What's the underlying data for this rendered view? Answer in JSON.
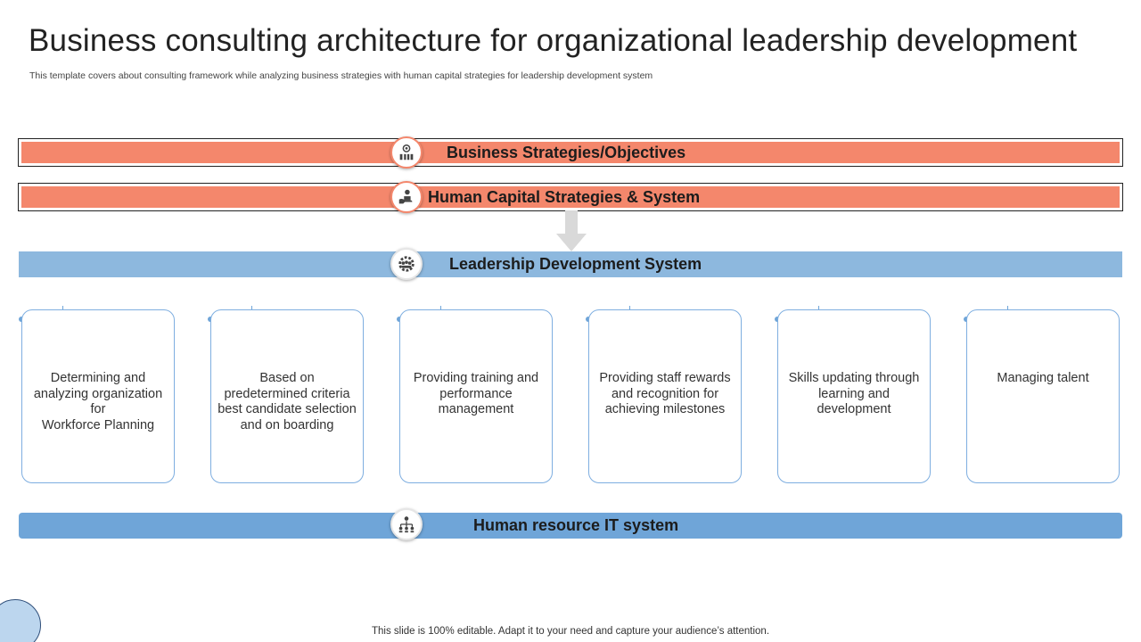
{
  "title": "Business consulting architecture for organizational leadership development",
  "subtitle": "This template covers about consulting framework while analyzing business strategies with human capital strategies for leadership development system",
  "bars": {
    "business": "Business Strategies/Objectives",
    "human_capital": "Human Capital Strategies & System",
    "leadership": "Leadership Development System",
    "hr_it": "Human resource IT system"
  },
  "cards": [
    "Determining and\nanalyzing organization\nfor\nWorkforce Planning",
    "Based on\npredetermined criteria\nbest candidate selection\nand on boarding",
    "Providing training and\nperformance\nmanagement",
    "Providing staff rewards\nand recognition for\nachieving milestones",
    "Skills updating through\nlearning and\ndevelopment",
    "Managing talent"
  ],
  "footer": "This slide is 100% editable. Adapt it to your need and capture your audience’s attention.",
  "colors": {
    "orange": "#f4876c",
    "light_blue": "#8db8de",
    "blue": "#6fa5d8",
    "card_border": "#7eaee0"
  },
  "icons": {
    "business": "team-leader-icon",
    "human_capital": "hand-person-icon",
    "leadership": "gear-team-icon",
    "hr_it": "org-chart-icon"
  }
}
